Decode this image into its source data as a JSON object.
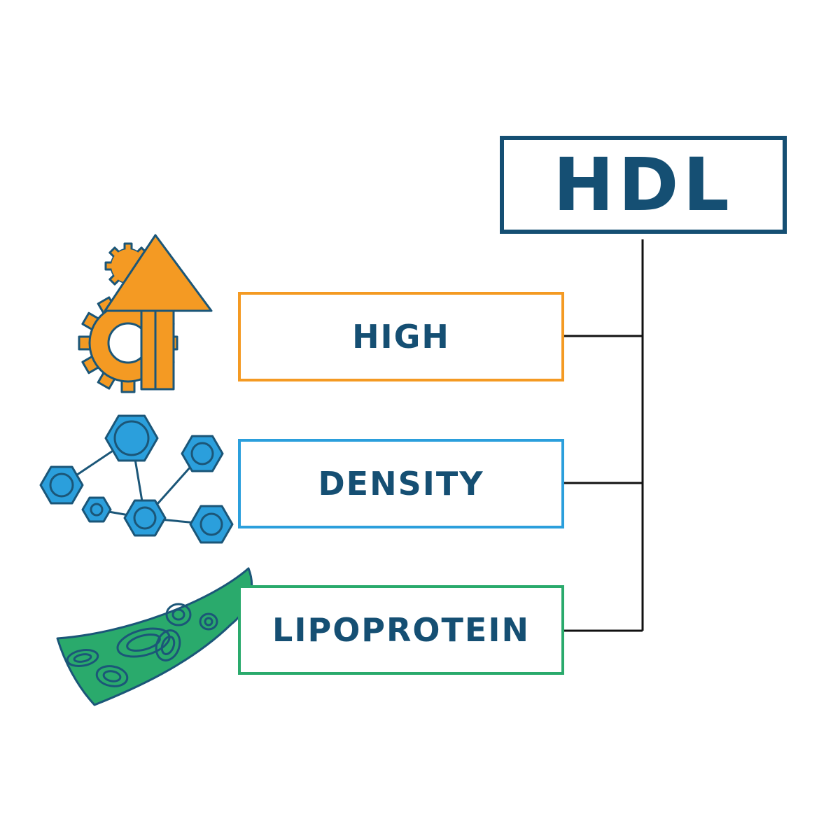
{
  "title": "HDL",
  "terms": [
    {
      "label": "HIGH",
      "color": "#f49a23",
      "icon": "gear-arrow-icon"
    },
    {
      "label": "DENSITY",
      "color": "#2b9fdc",
      "icon": "molecule-icon"
    },
    {
      "label": "LIPOPROTEIN",
      "color": "#2aaa6c",
      "icon": "cells-icon"
    }
  ],
  "colors": {
    "text": "#154f73",
    "outline": "#1b5678",
    "connector": "#111111"
  }
}
